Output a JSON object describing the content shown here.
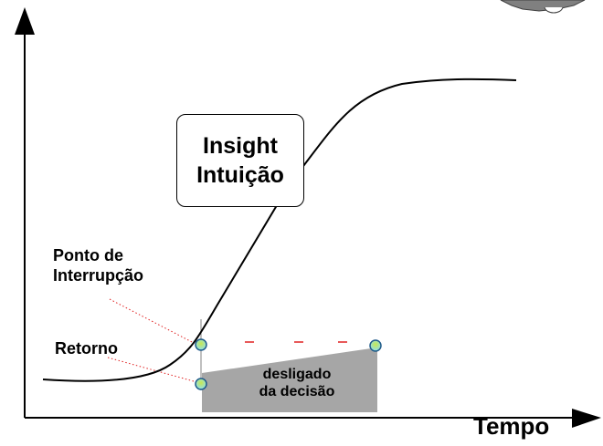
{
  "labels": {
    "breakpoint_line1": "Ponto de",
    "breakpoint_line2": "Interrupção",
    "return": "Retorno",
    "insight_line1": "Insight",
    "insight_line2": "Intuição",
    "disconnected_line1": "desligado",
    "disconnected_line2": "da decisão",
    "time_axis": "Tempo"
  },
  "colors": {
    "axis": "#000000",
    "curve": "#000000",
    "shaded_area": "#a6a6a6",
    "dashes": "#e02020",
    "node_fill": "#8fe0f0",
    "node_highlight": "#c8e850",
    "node_stroke": "#1f5a8a",
    "leader_line": "#e02020"
  },
  "icons": {
    "corner_object": "satellite-dish-icon"
  }
}
